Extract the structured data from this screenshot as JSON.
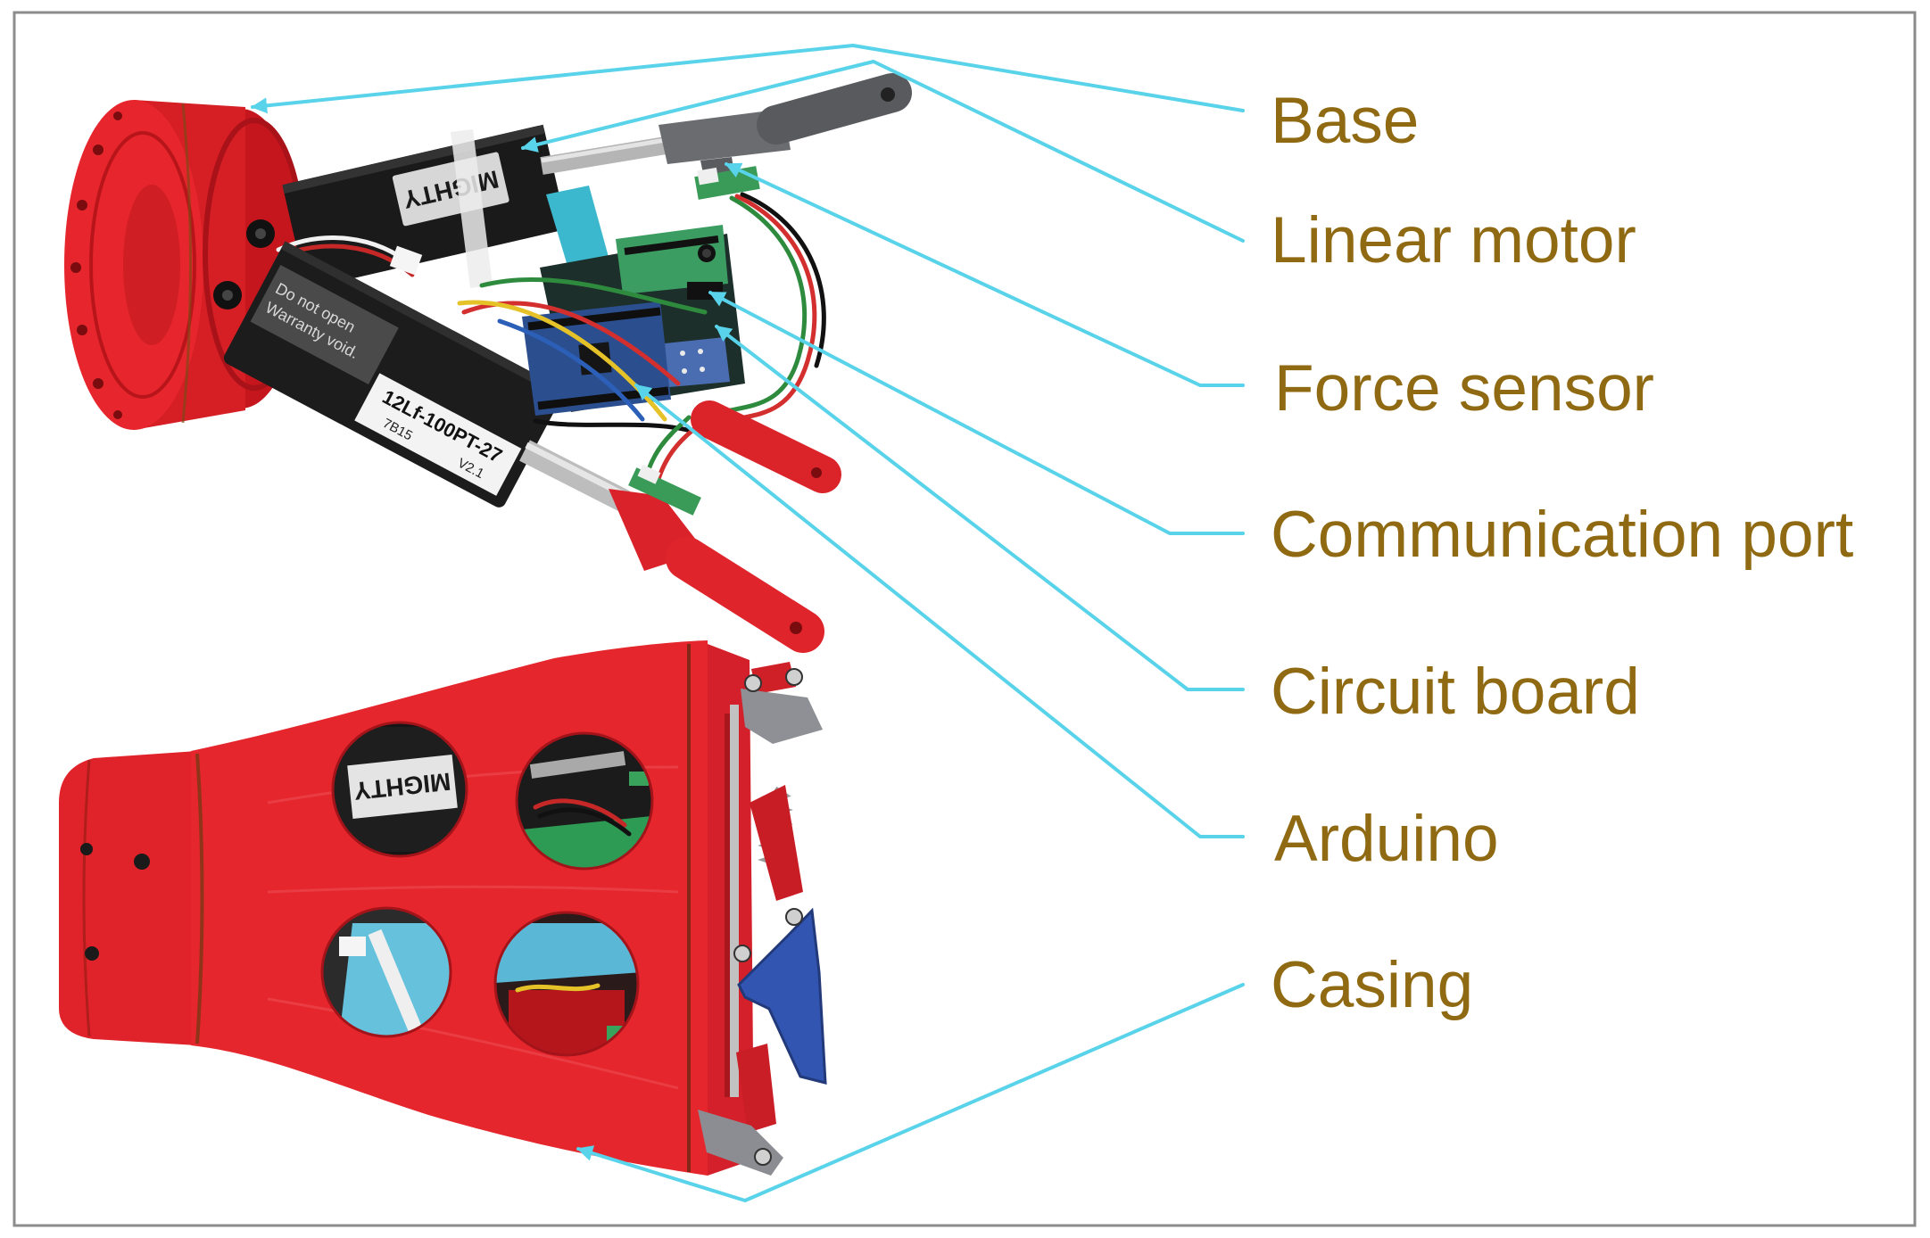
{
  "labels": [
    "Base",
    "Linear motor",
    "Force sensor",
    "Communication port",
    "Circuit board",
    "Arduino",
    "Casing"
  ],
  "photo_lettering": {
    "top_motor_brand": "MIGHTY",
    "lower_motor_notice_line1": "Do not open",
    "lower_motor_notice_line2": "Warranty void.",
    "lower_motor_model": "12Lf-100PT-27",
    "lower_motor_batch": "7B15",
    "lower_motor_version": "V2.1",
    "casing_window_brand": "MIGHTY"
  },
  "colors": {
    "label_text": "#8f6a12",
    "leader_line": "#58d3ea",
    "frame": "#8c8c8c"
  }
}
